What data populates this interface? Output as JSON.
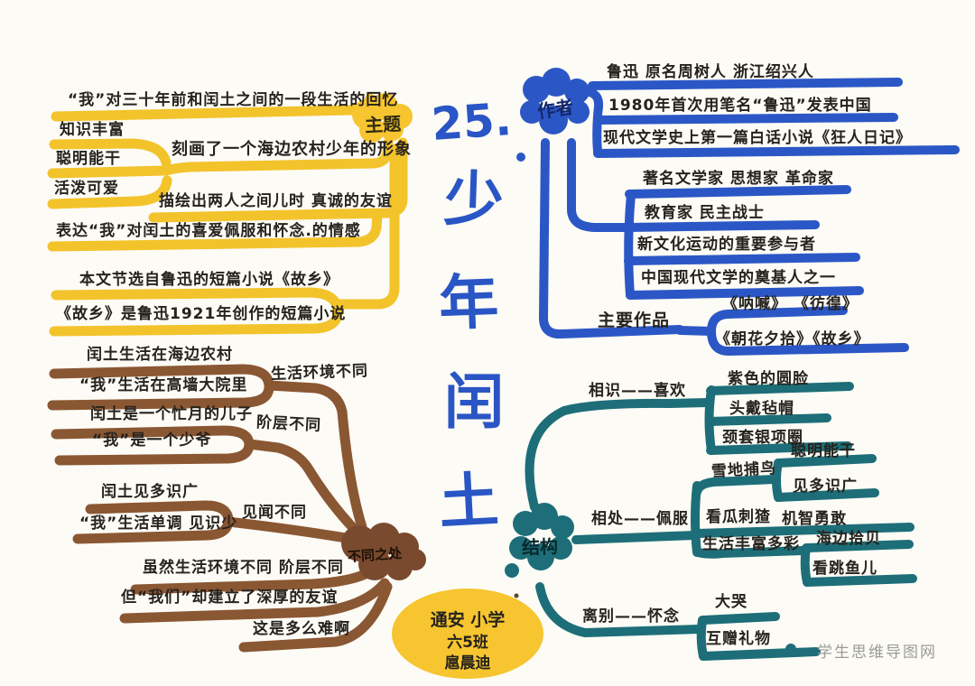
{
  "title": {
    "number": "25.",
    "c1": "少",
    "c2": "年",
    "c3": "闰",
    "c4": "土",
    "color": "#2a55c5"
  },
  "watermark": "学生思维导图网",
  "badge": {
    "school": "通安 小学",
    "class": "六5班",
    "name": "扈晨迪"
  },
  "theme": {
    "label": "主题",
    "color": "#f3c32b",
    "memory": "“我”对三十年前和闰土之间的一段生活的回忆",
    "trait1": "知识丰富",
    "trait2": "聪明能干",
    "trait3": "活泼可爱",
    "image": "刻画了一个海边农村少年的形象",
    "friendship": "描绘出两人之间儿时 真诚的友谊",
    "emotion": "表达“我”对闰土的喜爱佩服和怀念.的情感",
    "source1": "本文节选自鲁迅的短篇小说《故乡》",
    "source2": "《故乡》是鲁迅1921年创作的短篇小说"
  },
  "author": {
    "label": "作者",
    "color": "#2b57c6",
    "line1": "鲁迅  原名周树人   浙江绍兴人",
    "line2": "1980年首次用笔名“鲁迅”发表中国",
    "line3": "现代文学史上第一篇白话小说《狂人日记》",
    "line4": "著名文学家  思想家  革命家",
    "line5": "教育家   民主战士",
    "line6": "新文化运动的重要参与者",
    "line7": "中国现代文学的奠基人之一",
    "works_label": "主要作品",
    "works1": "《呐喊》  《彷徨》",
    "works2": "《朝花夕拾》《故乡》"
  },
  "structure": {
    "label": "结构",
    "color": "#1d6e78",
    "meet": "相识——喜欢",
    "meet1": "紫色的圆脸",
    "meet2": "头戴毡帽",
    "meet3": "颈套银项圈",
    "along": "相处——佩服",
    "bird": "雪地捕鸟",
    "bird1": "聪明能干",
    "bird2": "见多识广",
    "melon": "看瓜刺猹",
    "melon1": "机智勇敢",
    "life": "生活丰富多彩",
    "life1": "海边拾贝",
    "life2": "看跳鱼儿",
    "part": "离别——怀念",
    "part1": "大哭",
    "part2": "互赠礼物"
  },
  "differences": {
    "label": "不同之处",
    "color": "#8a5733",
    "env1": "闰土生活在海边农村",
    "env2": "“我”生活在高墙大院里",
    "env_label": "生活环境不同",
    "class1": "闰土是一个忙月的儿子",
    "class2": "“我”是一个少爷",
    "class_label": "阶层不同",
    "know1": "闰土见多识广",
    "know2": "“我”生活单调  见识少",
    "know_label": "见闻不同",
    "sum1": "虽然生活环境不同   阶层不同",
    "sum2": "但“我们”却建立了深厚的友谊",
    "sum3": "这是多么难啊"
  }
}
